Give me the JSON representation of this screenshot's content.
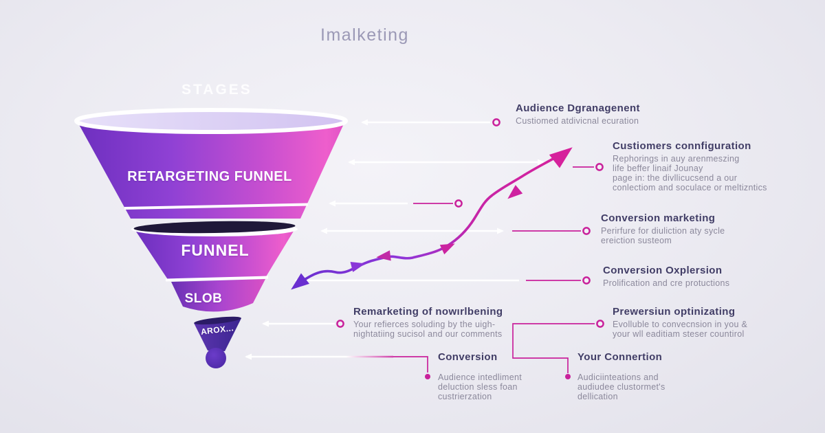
{
  "title": "Imalketing",
  "stages_label": "STAGES",
  "funnel": {
    "sections": [
      {
        "label": "RETARGETING FUNNEL"
      },
      {
        "label": "FUNNEL"
      },
      {
        "label": "SLOB"
      },
      {
        "label": "AROX..."
      }
    ]
  },
  "annotations": [
    {
      "title": "Audience Dgranagenent",
      "lines": [
        "Custiomed atdivicnal ecuration"
      ]
    },
    {
      "title": "Custiomers connfiguration",
      "lines": [
        "Rephorings in auy arenmeszing",
        "life beffer linaif Jounay",
        "page in: the divllicucsend a our",
        "conlectiom and soculace or  meltizntics"
      ]
    },
    {
      "title": "Conversion marketing",
      "lines": [
        "Perirfure for diuliction aty sycle",
        "ereiction susteom"
      ]
    },
    {
      "title": "Conversion Oxplersion",
      "lines": [
        "Prolification and cre protuctions"
      ]
    },
    {
      "title": "Remarketing of nowırlbening",
      "lines": [
        "Your refierces soluding by the uigh-",
        "nightatiing sucisol and our comments"
      ]
    },
    {
      "title": "Prewersiun optinizating",
      "lines": [
        "Evolluble to convecnsion in  you &",
        "your wll eaditiam steser countirol"
      ]
    },
    {
      "title": "Conversion",
      "lines": [
        "Audience intedliment",
        "deluction sless foan",
        "custrierzation"
      ]
    },
    {
      "title": "Your Connertion",
      "lines": [
        "Audiciinteations and",
        "audiudee clustormet's",
        "dellication"
      ]
    }
  ],
  "colors": {
    "background": "#ECEBF2",
    "accent_magenta": "#C9219B",
    "funnel_purple": "#6D2FBF",
    "funnel_pink": "#EE5ECC",
    "funnel_mouth_dark": "#1F1839",
    "arox_indigo": "#4A2BA4",
    "heading_text": "#413D66",
    "body_text": "#8B889B",
    "connector_white": "#FFFFFF",
    "top_ellipse_lavender": "#D8CBF3"
  }
}
